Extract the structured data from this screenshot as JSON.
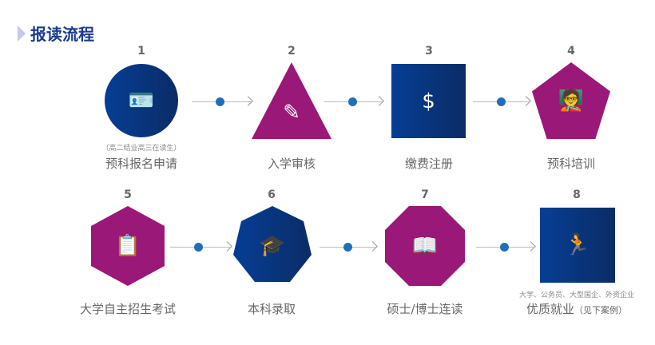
{
  "title": "报读流程",
  "steps": [
    {
      "num": "1",
      "label": "预科报名申请",
      "note": "（高二结业高三在读生）",
      "icon": "id-badge-icon",
      "shape": "circle"
    },
    {
      "num": "2",
      "label": "入学审核",
      "icon": "pencil-icon",
      "shape": "triangle"
    },
    {
      "num": "3",
      "label": "缴费注册",
      "icon": "coins-icon",
      "shape": "square"
    },
    {
      "num": "4",
      "label": "预科培训",
      "icon": "teacher-board-icon",
      "shape": "pentagon"
    },
    {
      "num": "5",
      "label": "大学自主招生考试",
      "icon": "document-icon",
      "shape": "hexagon"
    },
    {
      "num": "6",
      "label": "本科录取",
      "icon": "graduation-cap-icon",
      "shape": "heptagon"
    },
    {
      "num": "7",
      "label": "硕士/博士连读",
      "icon": "reading-person-icon",
      "shape": "octagon"
    },
    {
      "num": "8",
      "label": "优质就业",
      "label_suffix": "（见下案例）",
      "note": "大学、公务员、大型国企、外资企业",
      "icon": "running-businessman-icon",
      "shape": "square"
    }
  ],
  "colors": {
    "blue": "#063e95",
    "purple": "#9a1877",
    "connector_dot": "#1f6fb8"
  }
}
